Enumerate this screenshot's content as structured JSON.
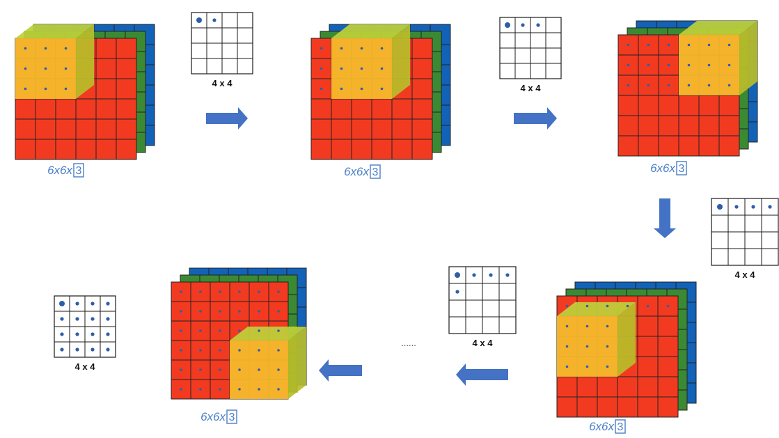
{
  "colors": {
    "red": "#f23a21",
    "green": "#3b8a33",
    "blue": "#1262b8",
    "yellow": "#f6bd2c",
    "yellow_side": "#b9be2a",
    "yellow_top": "#bfd13a",
    "arrow": "#4472c4",
    "annotation": "#4a7ec8",
    "dot": "#2e5ea8",
    "grid_line": "#1a1a1a"
  },
  "dims_label_prefix": "6x6x",
  "dims_label_boxed": "3",
  "grid_label": "4 x 4",
  "ellipsis": "......",
  "steps": [
    {
      "id": "step-1",
      "filter_row": 0,
      "filter_col": 0,
      "output_filled": 2
    },
    {
      "id": "step-2",
      "filter_row": 0,
      "filter_col": 1,
      "output_filled": 3
    },
    {
      "id": "step-3",
      "filter_row": 0,
      "filter_col": 3,
      "output_filled": 4
    },
    {
      "id": "step-4",
      "filter_row": 1,
      "filter_col": 0,
      "output_filled": 5
    },
    {
      "id": "step-final",
      "filter_row": 3,
      "filter_col": 3,
      "output_filled": 16
    }
  ]
}
